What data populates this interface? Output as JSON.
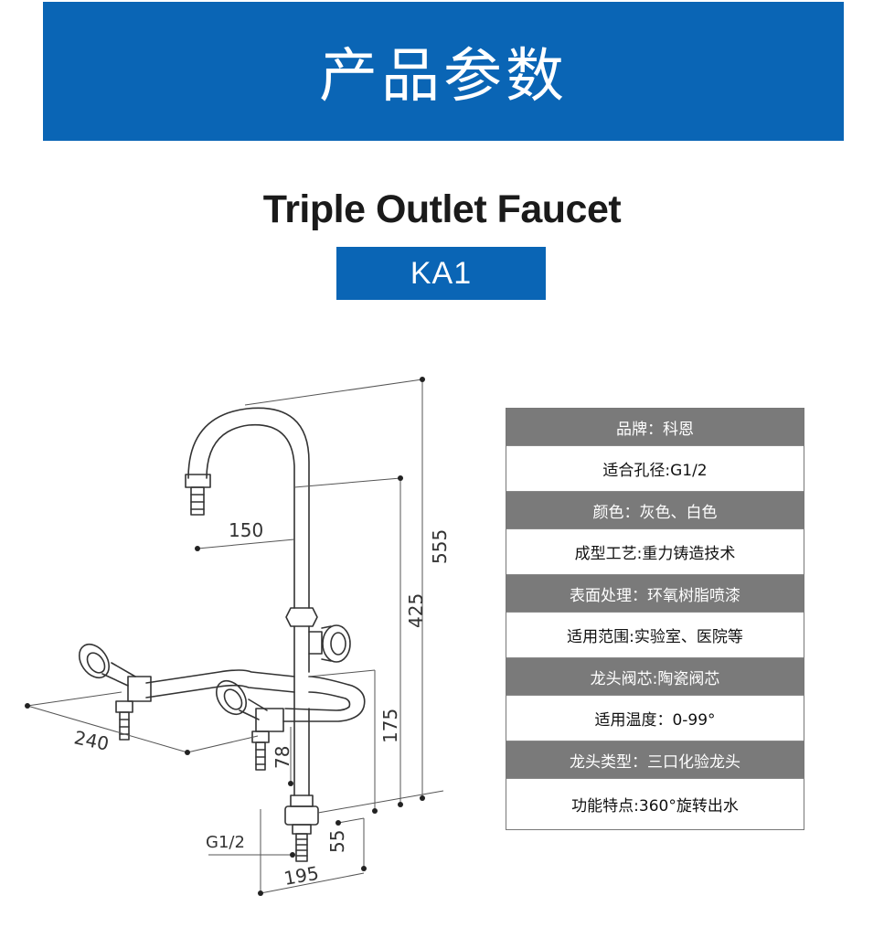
{
  "header": {
    "title": "产品参数"
  },
  "product": {
    "name": "Triple Outlet Faucet",
    "model": "KA1"
  },
  "diagram": {
    "dimensions": {
      "d150": "150",
      "d555": "555",
      "d425": "425",
      "d175": "175",
      "d240": "240",
      "d78": "78",
      "d55": "55",
      "d195": "195",
      "thread": "G1/2"
    }
  },
  "specs": [
    "品牌：科恩",
    "适合孔径:G1/2",
    "颜色：灰色、白色",
    "成型工艺:重力铸造技术",
    "表面处理：环氧树脂喷漆",
    "适用范围:实验室、医院等",
    "龙头阀芯:陶瓷阀芯",
    "适用温度：0-99°",
    "龙头类型：三口化验龙头",
    "功能特点:360°旋转出水"
  ],
  "colors": {
    "accent": "#0a65b5",
    "spec_dark": "#7a7a7a"
  }
}
